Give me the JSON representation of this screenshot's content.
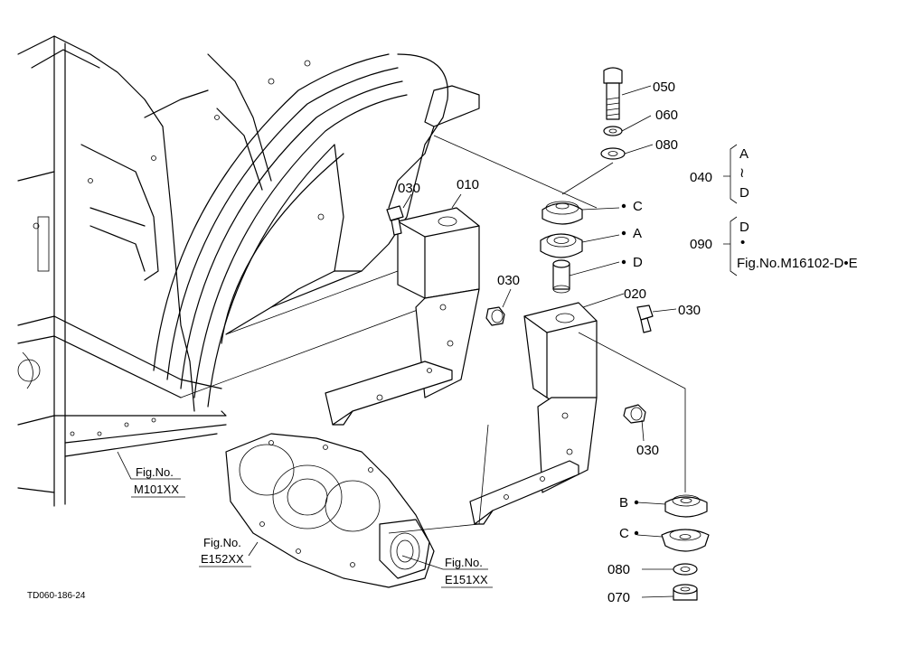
{
  "labels": {
    "p050": "050",
    "p060": "060",
    "p080_top": "080",
    "p040": "040",
    "p090": "090",
    "p030_a": "030",
    "p010": "010",
    "p030_b": "030",
    "p020": "020",
    "p030_c": "030",
    "p030_d": "030",
    "p080_bot": "080",
    "p070": "070",
    "c_top": "C",
    "a_top": "A",
    "d_top": "D",
    "b_bot": "B",
    "c_bot": "C",
    "range_a": "A",
    "range_tilde": "≀",
    "range_d": "D",
    "d_single": "D",
    "dot_single": "•",
    "fig_m16102": "Fig.No.M16102-D•E"
  },
  "references": {
    "m101_line1": "Fig.No.",
    "m101_line2": "M101XX",
    "e152_line1": "Fig.No.",
    "e152_line2": "E152XX",
    "e151_line1": "Fig.No.",
    "e151_line2": "E151XX"
  },
  "drawing_id": "TD060-186-24"
}
